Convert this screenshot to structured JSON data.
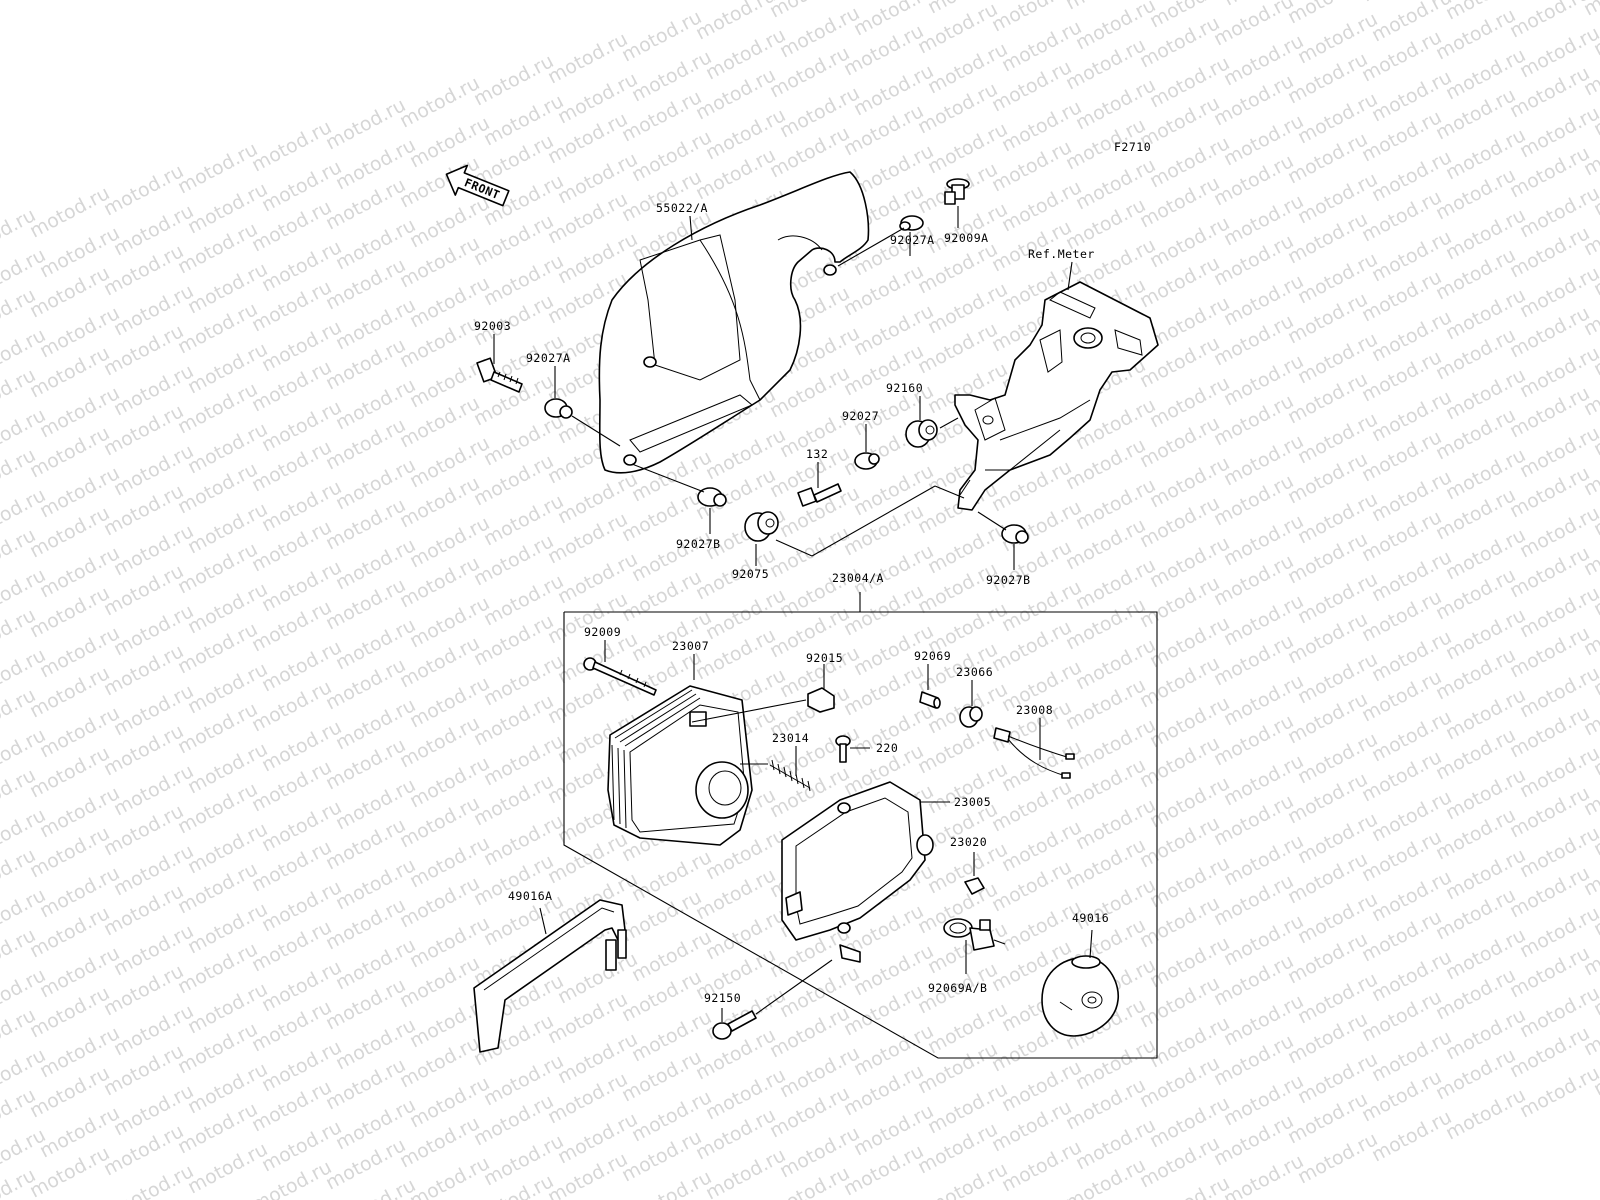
{
  "figure_code": "F2710",
  "watermark": "motod.ru",
  "front_arrow_label": "FRONT",
  "labels": {
    "p55022A": "55022/A",
    "p92009A": "92009A",
    "p92027A_top": "92027A",
    "refMeter": "Ref.Meter",
    "p92003": "92003",
    "p92027A_left": "92027A",
    "p92160": "92160",
    "p92027": "92027",
    "p132": "132",
    "p92027B_left": "92027B",
    "p92075": "92075",
    "p92027B_right": "92027B",
    "p23004A": "23004/A",
    "p92009": "92009",
    "p23007": "23007",
    "p92015": "92015",
    "p92069": "92069",
    "p23066": "23066",
    "p23008": "23008",
    "p23014": "23014",
    "p220": "220",
    "p23005": "23005",
    "p23020": "23020",
    "p49016A": "49016A",
    "p49016": "49016",
    "p92150": "92150",
    "p92069AB": "92069A/B"
  }
}
